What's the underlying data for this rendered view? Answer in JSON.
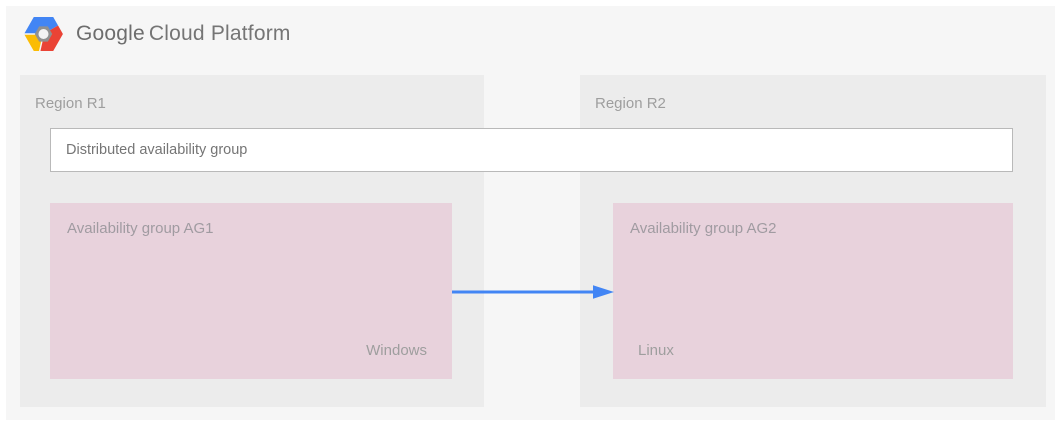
{
  "header": {
    "logo_icon": "gcp-hexagon-logo-icon",
    "brand_google": "Google",
    "brand_rest": "Cloud Platform"
  },
  "distributed_group": {
    "label": "Distributed availability group"
  },
  "regions": [
    {
      "label": "Region R1",
      "availability_group": {
        "label": "Availability group AG1",
        "os": "Windows"
      }
    },
    {
      "label": "Region R2",
      "availability_group": {
        "label": "Availability group AG2",
        "os": "Linux"
      }
    }
  ],
  "arrow": {
    "from": "Availability group AG1",
    "to": "Availability group AG2",
    "direction": "left-to-right",
    "color": "#4285f4"
  },
  "colors": {
    "page_background": "#f6f6f6",
    "region_background": "#ececec",
    "availability_group_background": "#e8d2dc",
    "distributed_box_border": "#b9b9b9",
    "label_gray": "#9e9e9e",
    "logo_blue": "#4285f4",
    "logo_red": "#ea4335",
    "logo_yellow": "#fbbc05"
  }
}
